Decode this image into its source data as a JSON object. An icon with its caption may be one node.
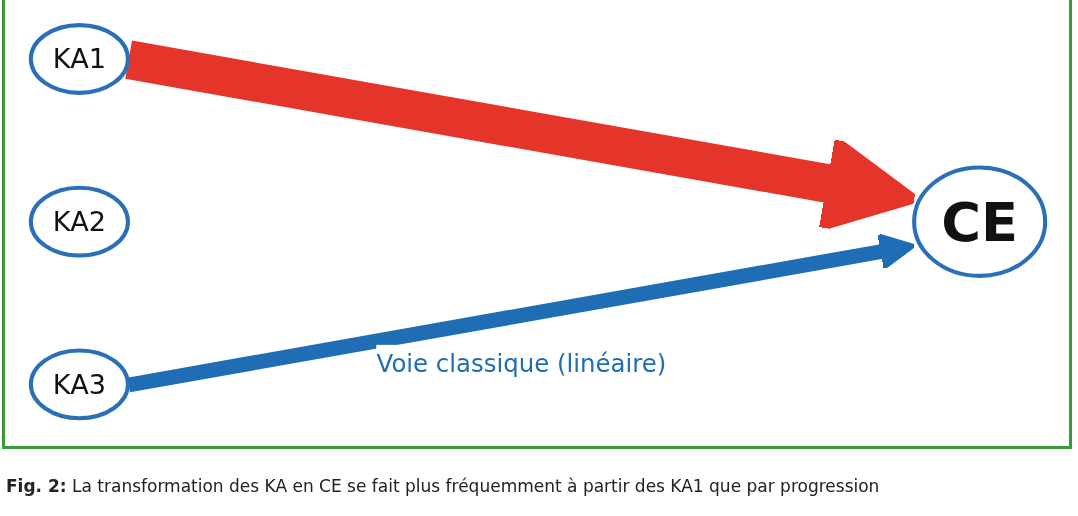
{
  "diagram": {
    "caption": "**Fig. 2:** La transformation des KA en CE se fait plus fréquemment à partir des KA1 que par progression",
    "nodes": [
      {
        "text": [
          "KA1"
        ]
      },
      {
        "text": [
          "KA2"
        ]
      },
      {
        "text": [
          "KA3"
        ]
      },
      {
        "text": [
          "CE"
        ]
      }
    ],
    "edges": [
      {
        "from": 0,
        "to": 3,
        "arrow": "to",
        "style": "thick",
        "color": "#e5352b"
      },
      {
        "from": 2,
        "to": 3,
        "arrow": "to",
        "label": "Voie classique (linéaire)",
        "color": "#1f6db5"
      }
    ]
  }
}
